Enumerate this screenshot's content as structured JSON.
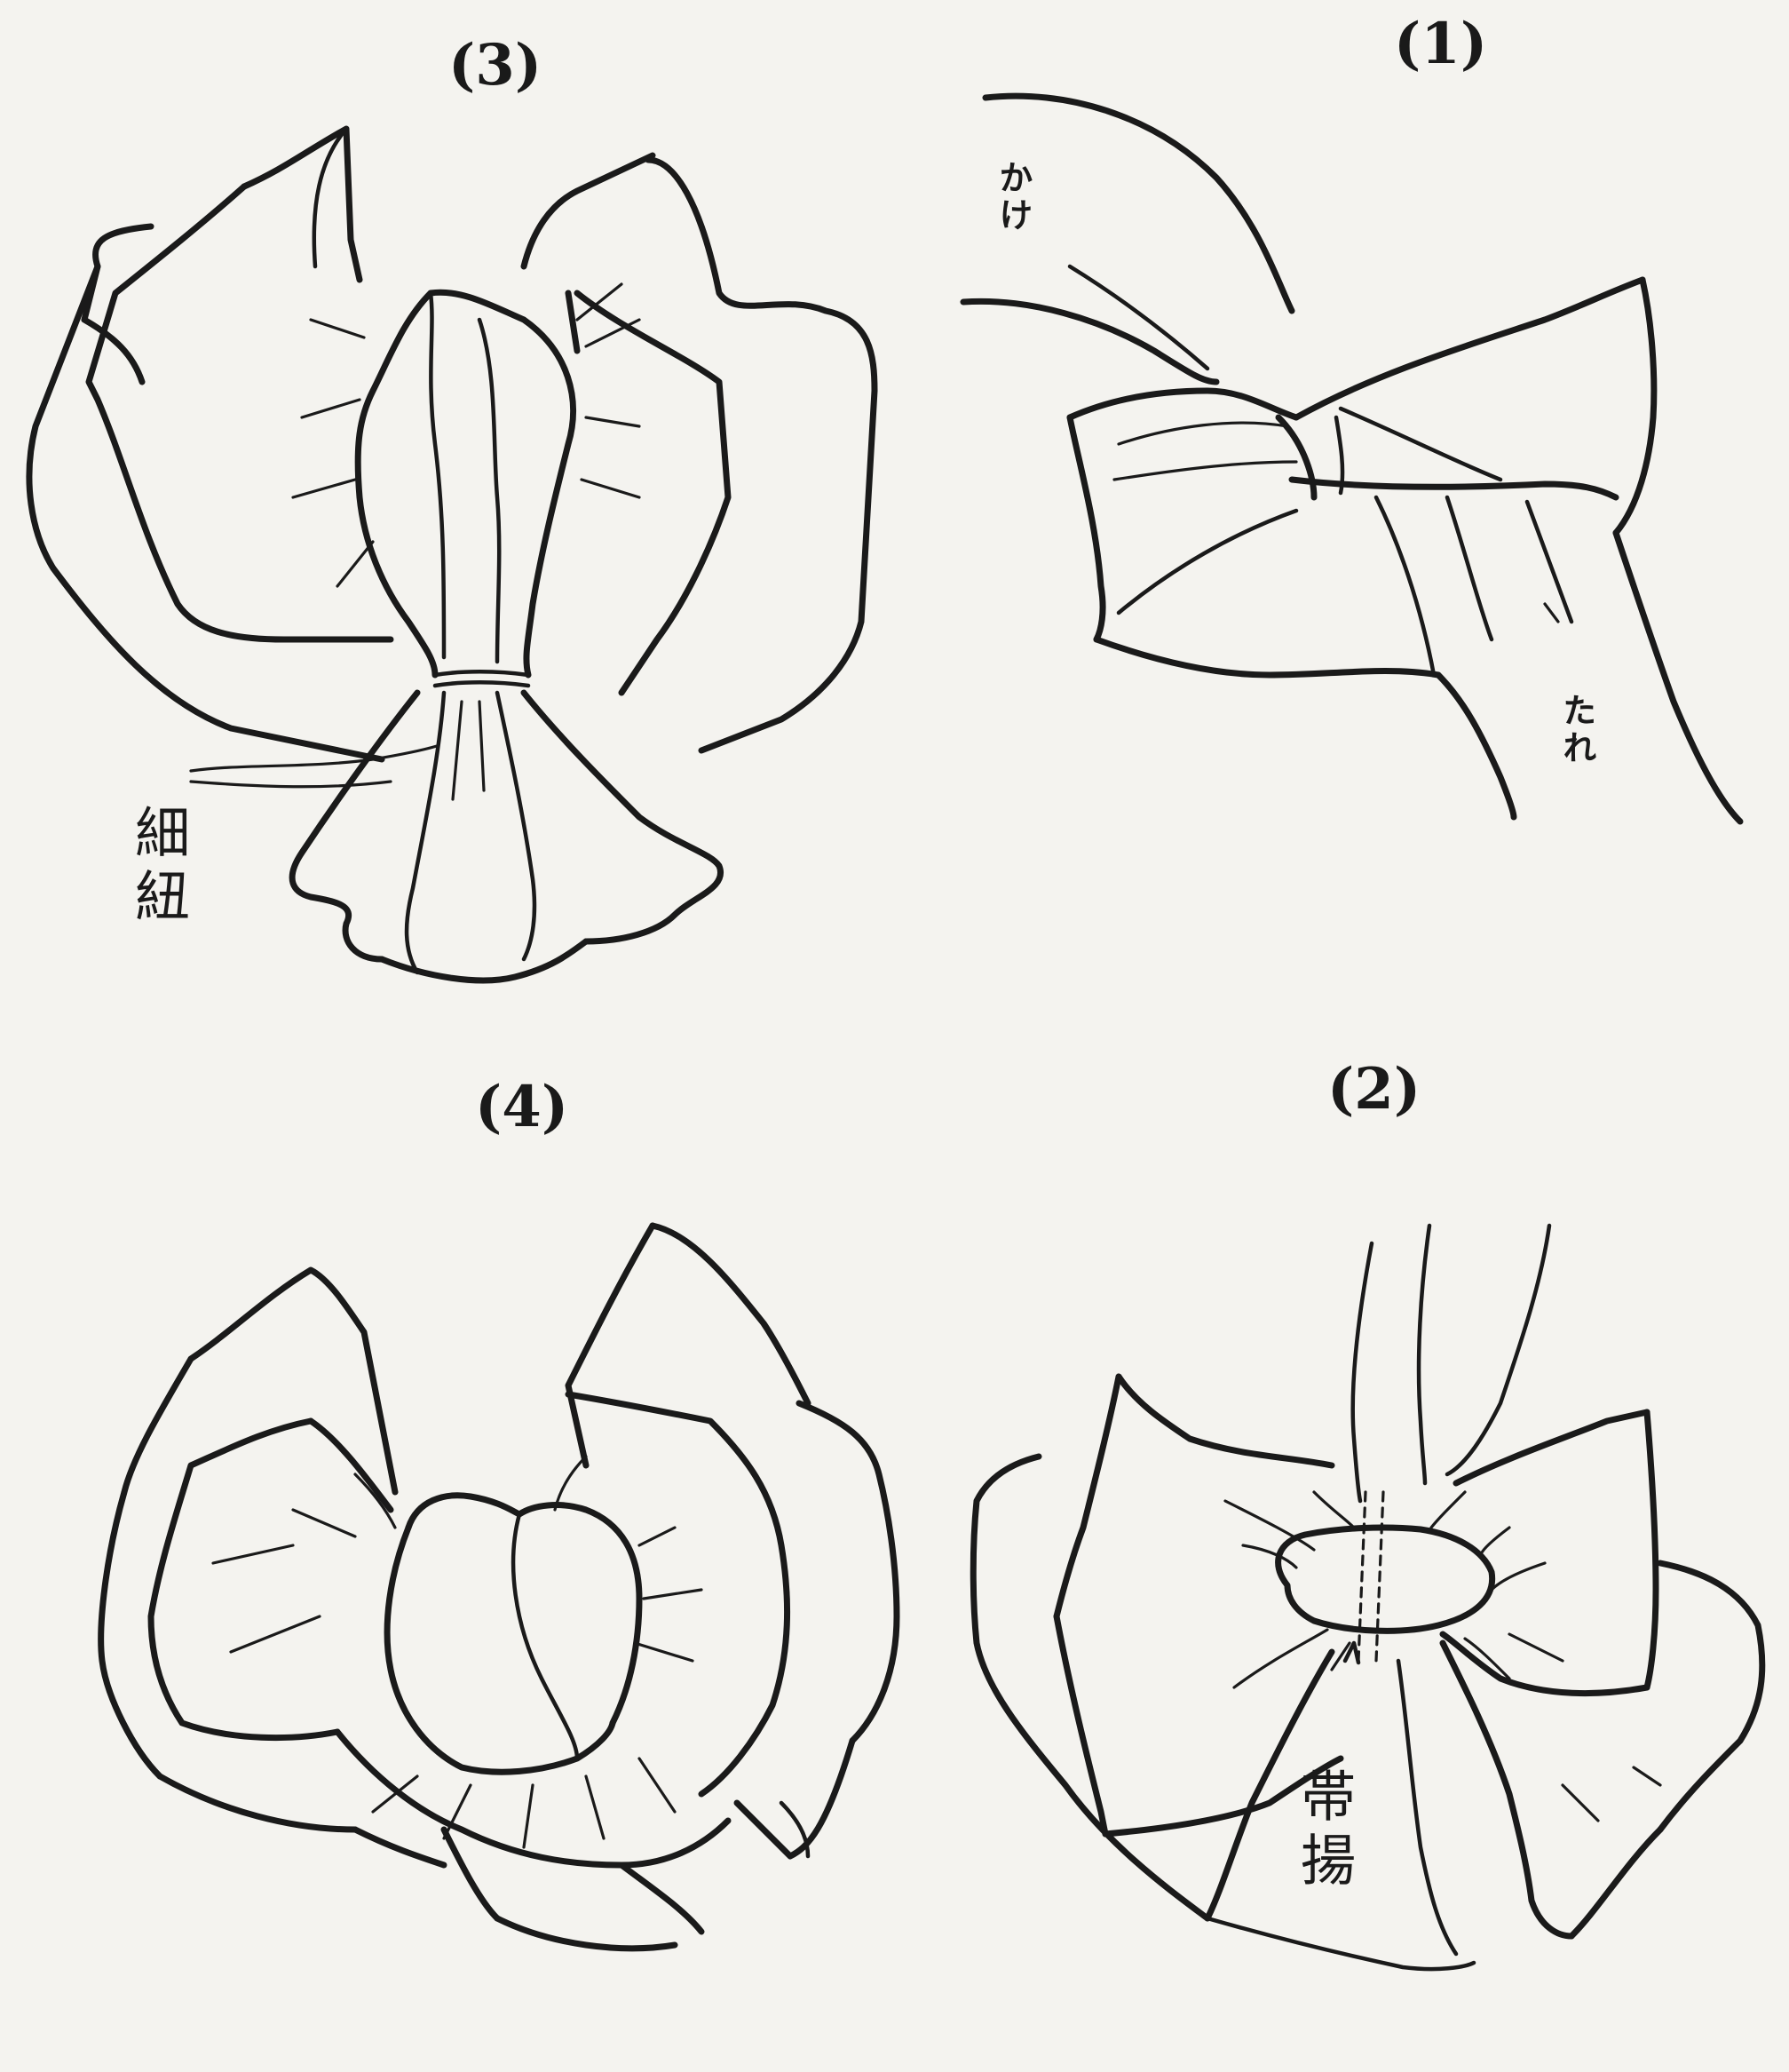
{
  "figures": [
    {
      "number": "(1)",
      "labels": [
        "かけ",
        "たれ"
      ]
    },
    {
      "number": "(2)",
      "labels": [
        "帯揚"
      ]
    },
    {
      "number": "(3)",
      "labels": [
        "細紐"
      ]
    },
    {
      "number": "(4)",
      "labels": []
    }
  ]
}
